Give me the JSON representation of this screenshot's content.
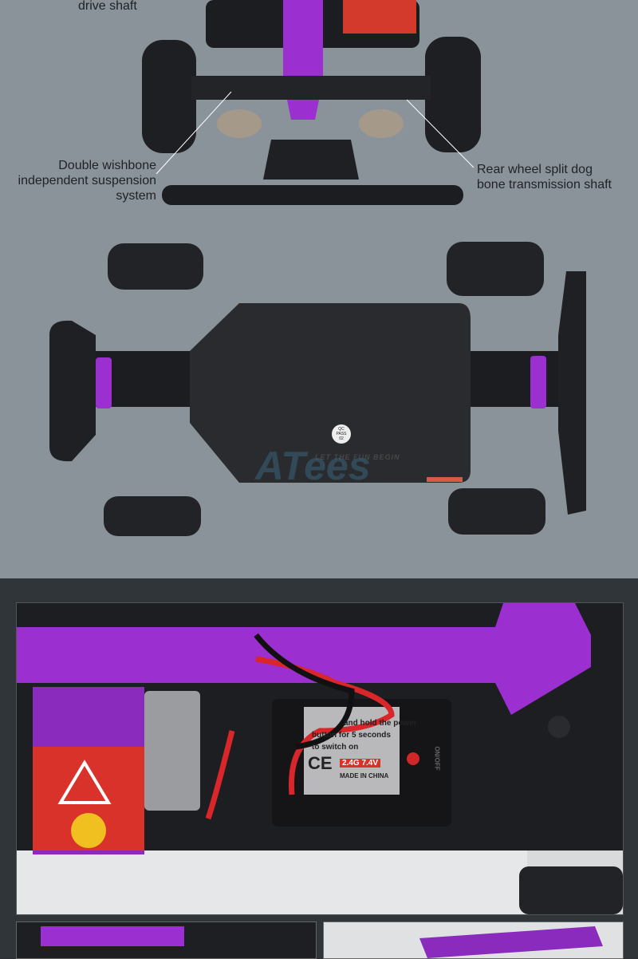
{
  "annotations": {
    "drive_shaft": "drive shaft",
    "suspension": [
      "Double wishbone",
      "independent suspension",
      "system"
    ],
    "rear_shaft": [
      "Rear wheel split dog",
      "bone transmission shaft"
    ]
  },
  "qc_sticker": [
    "QC",
    "PASS",
    "02"
  ],
  "watermark": {
    "brand": "ATees",
    "slogan": "LET THE FUN BEGIN"
  },
  "receiver_label": {
    "lines": [
      "and hold the power",
      "button for 5 seconds",
      "to switch on"
    ],
    "ce": "CE",
    "spec": "2.4G  7.4V",
    "made_in": "MADE IN CHINA",
    "side_text": "ON/OFF"
  },
  "colors": {
    "background": "#8a939a",
    "purple": "#9b2fd0",
    "red_label": "#d8322a"
  }
}
